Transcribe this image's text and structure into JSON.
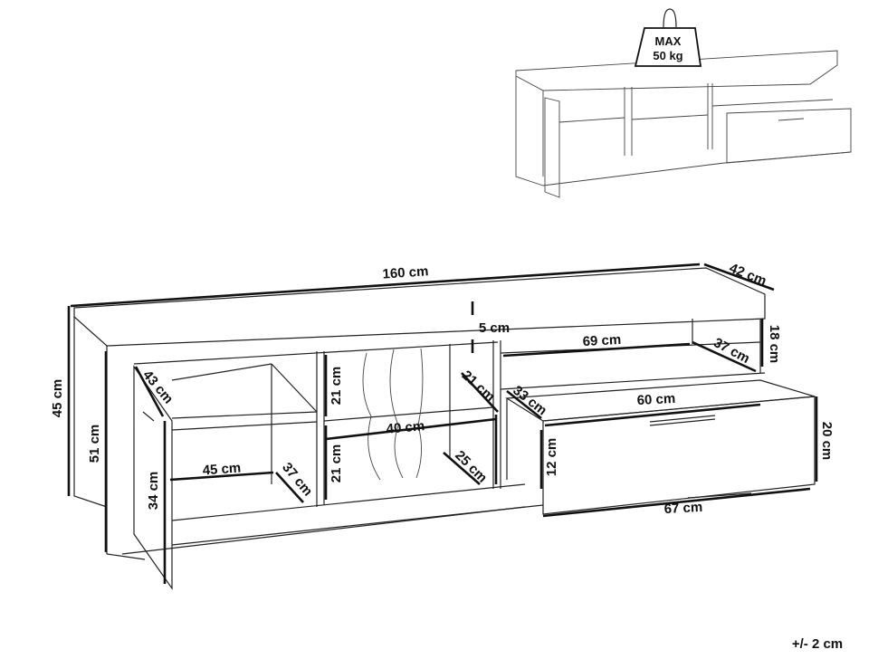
{
  "weight_badge": {
    "line1": "MAX",
    "line2": "50 kg"
  },
  "dimensions": {
    "total_width": "160 cm",
    "depth": "42 cm",
    "top_thickness": "5 cm",
    "total_height": "45 cm",
    "side_height": "51 cm",
    "door_width": "43 cm",
    "door_height": "34 cm",
    "center_upper_height": "21 cm",
    "center_lower_height": "21 cm",
    "center_width": "40 cm",
    "left_inner_width": "45 cm",
    "left_inner_depth": "37 cm",
    "center_upper_depth": "21 cm",
    "center_lower_depth": "25 cm",
    "drawer_depth": "33 cm",
    "right_shelf_width": "69 cm",
    "right_shelf_depth": "37 cm",
    "right_shelf_height": "18 cm",
    "drawer_inner_width": "60 cm",
    "drawer_inner_height": "12 cm",
    "drawer_front_height": "20 cm",
    "drawer_front_width": "67 cm"
  },
  "tolerance": "+/- 2 cm",
  "colors": {
    "line": "#111111",
    "background": "#ffffff"
  }
}
